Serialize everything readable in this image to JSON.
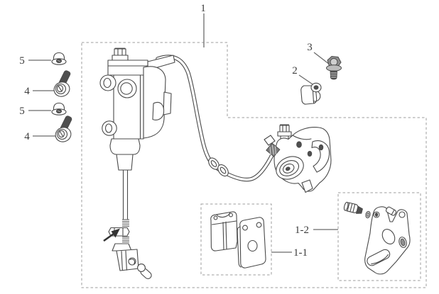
{
  "diagram_type": "exploded-parts-diagram",
  "colors": {
    "background": "#ffffff",
    "line": "#4a4a4a",
    "dash": "#9c9c9c",
    "label": "#3c3c3c",
    "leader": "#6b6b6b",
    "fill_dark": "#4f4f4f",
    "fill_mid": "#8f8f8f"
  },
  "labels": {
    "item1": {
      "text": "1"
    },
    "item2": {
      "text": "2"
    },
    "item3": {
      "text": "3"
    },
    "item4_top": {
      "text": "4"
    },
    "item4_bottom": {
      "text": "4"
    },
    "item5_top": {
      "text": "5"
    },
    "item5_bottom": {
      "text": "5"
    },
    "item1_1": {
      "text": "1-1"
    },
    "item1_2": {
      "text": "1-2"
    }
  },
  "callouts": [
    {
      "label": "1",
      "part": "master-cylinder-caliper-assembly"
    },
    {
      "label": "2",
      "part": "hose-clamp"
    },
    {
      "label": "3",
      "part": "hex-flange-bolt"
    },
    {
      "label": "4",
      "part": "socket-flange-bolt"
    },
    {
      "label": "5",
      "part": "cap-nut"
    },
    {
      "label": "1-1",
      "part": "brake-pads"
    },
    {
      "label": "1-2",
      "part": "caliper-bracket"
    }
  ]
}
